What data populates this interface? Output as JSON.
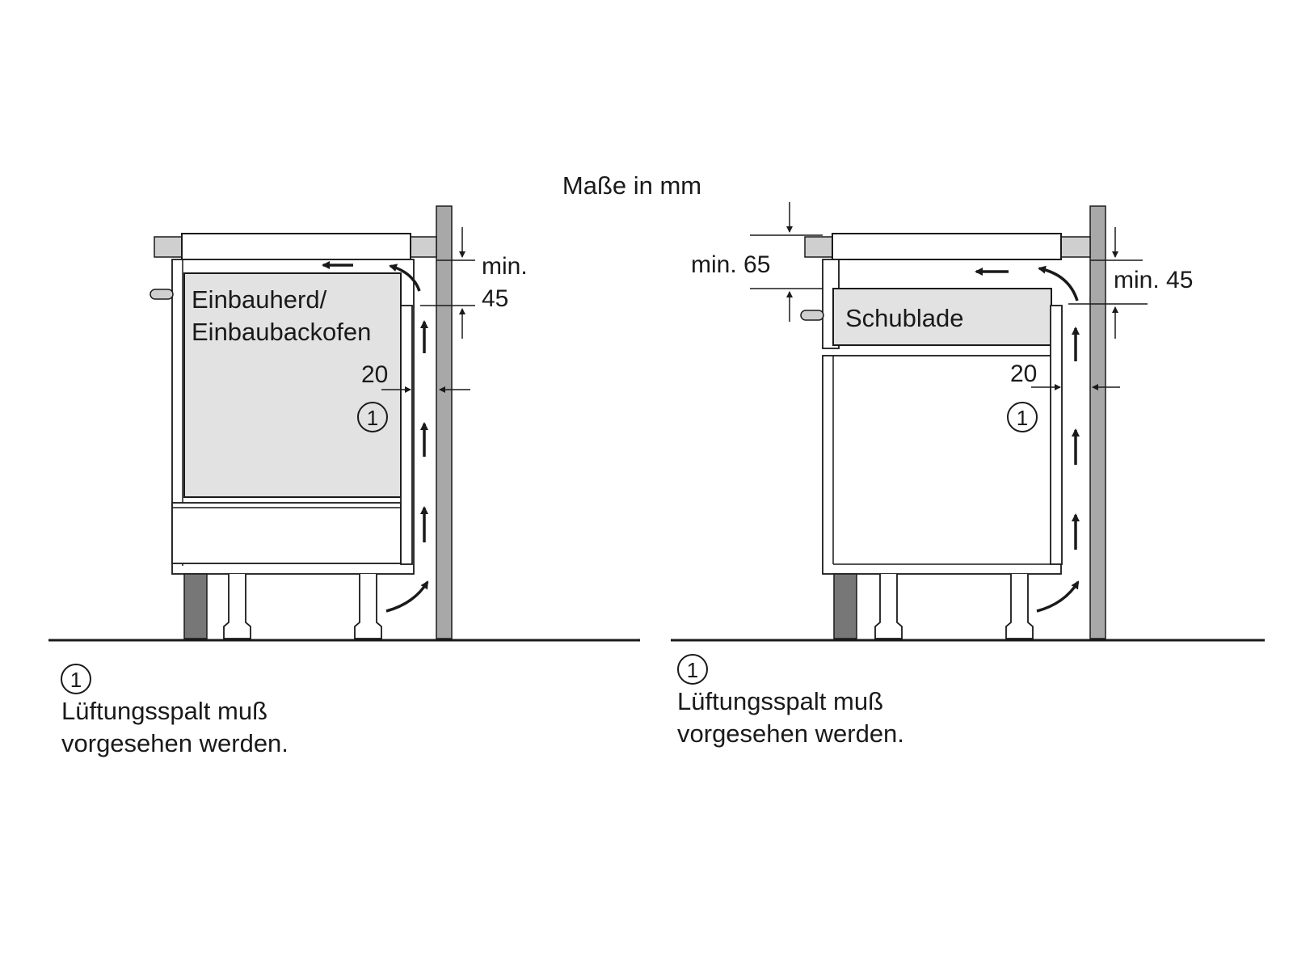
{
  "title": "Maße in mm",
  "marker": "1",
  "left": {
    "unit_label_line1": "Einbauherd/",
    "unit_label_line2": "Einbaubackofen",
    "dim_top_label_line1": "min.",
    "dim_top_label_line2": "45",
    "gap_label": "20",
    "note_line1": "Lüftungsspalt muß",
    "note_line2": "vorgesehen werden."
  },
  "right": {
    "drawer_label": "Schublade",
    "dim_drawer_label": "min. 65",
    "dim_top_label": "min. 45",
    "gap_label": "20",
    "note_line1": "Lüftungsspalt muß",
    "note_line2": "vorgesehen werden."
  },
  "colors": {
    "line": "#1a1a1a",
    "panel_fill": "#e2e2e2",
    "wall_fill": "#a8a8a8",
    "plinth_fill": "#777777",
    "trim_fill": "#cfcfcf"
  }
}
